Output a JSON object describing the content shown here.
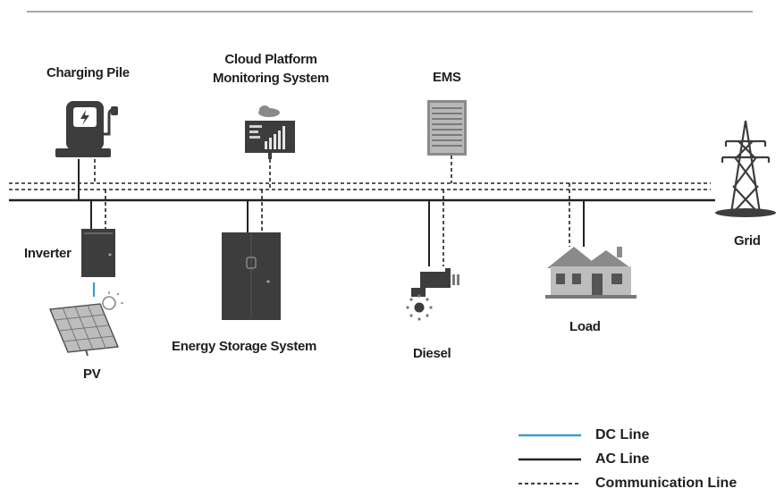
{
  "labels": {
    "charging_pile": "Charging Pile",
    "cloud_platform_line1": "Cloud Platform",
    "cloud_platform_line2": "Monitoring System",
    "ems": "EMS",
    "grid": "Grid",
    "inverter": "Inverter",
    "pv": "PV",
    "energy_storage": "Energy Storage System",
    "diesel": "Diesel",
    "load": "Load"
  },
  "legend": [
    {
      "label": "DC Line",
      "style": "solid",
      "color": "#3a9bd0"
    },
    {
      "label": "AC Line",
      "style": "solid",
      "color": "#222222"
    },
    {
      "label": "Communication Line",
      "style": "dashed",
      "color": "#222222"
    }
  ],
  "colors": {
    "line": "#222222",
    "dc": "#3a9bd0",
    "device_dark": "#3d3d3d",
    "device_mid": "#8a8a8a",
    "device_light": "#cfcfcf"
  }
}
